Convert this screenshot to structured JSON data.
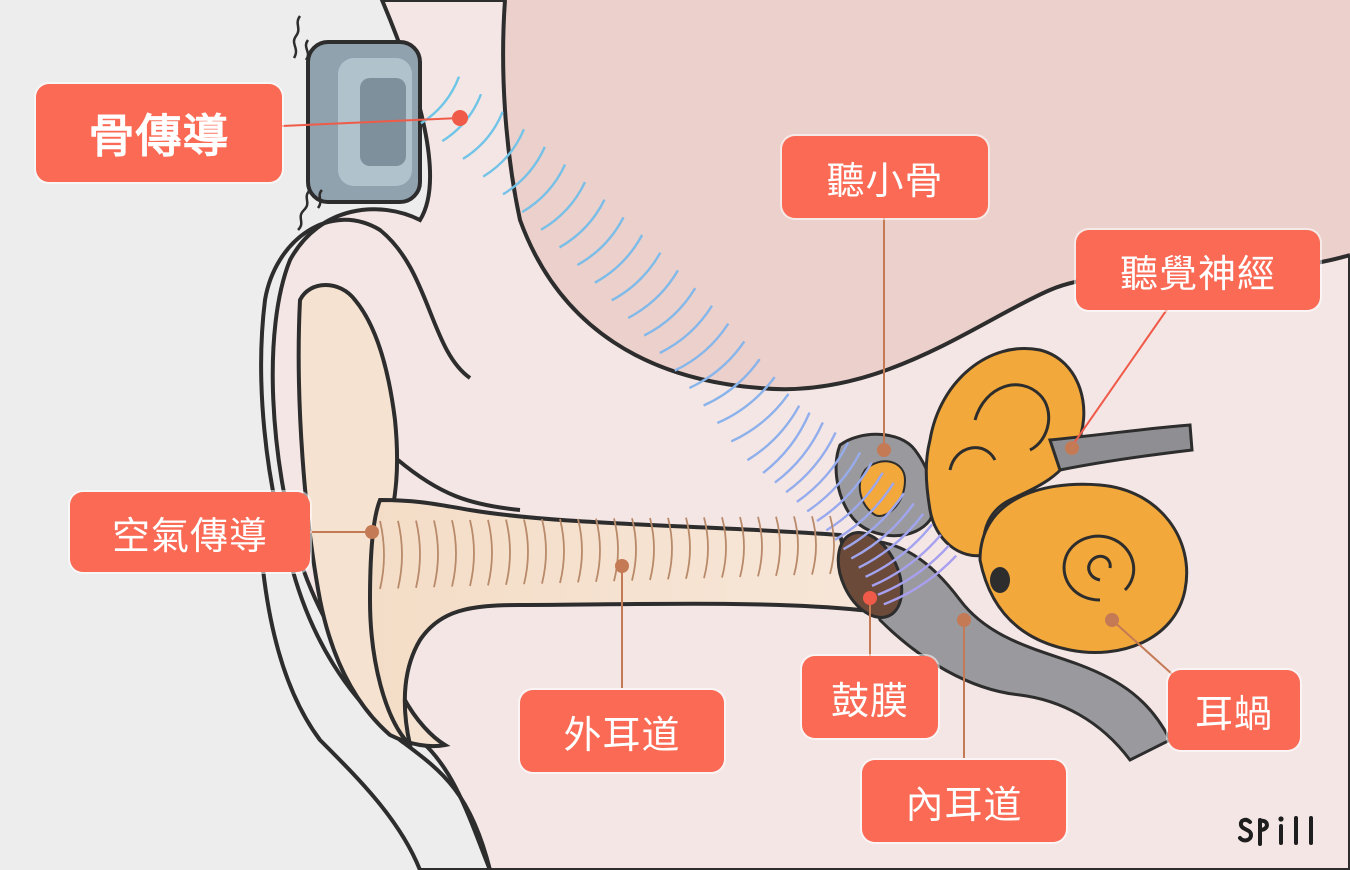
{
  "labels": {
    "bone_conduction": "骨傳導",
    "air_conduction": "空氣傳導",
    "ossicles": "聽小骨",
    "auditory_nerve": "聽覺神經",
    "ear_canal": "外耳道",
    "eardrum": "鼓膜",
    "cochlea": "耳蝸",
    "inner_canal": "內耳道"
  },
  "brand": {
    "logo_text": "SPILL"
  },
  "colors": {
    "label_bg": "#fa6a55",
    "label_text": "#ffffff",
    "bone_wave": "#6ec6e6",
    "air_wave": "#b88a6a",
    "skin": "#f6e2d0",
    "skull": "#ecd0cc",
    "head": "#f5e6e6",
    "inner_ear": "#f2a83a",
    "device": "#8fa2ae",
    "canal_gray": "#9a9a9e",
    "pointer_red": "#ef5b48",
    "pointer_brown": "#c47a55"
  },
  "icons": [
    "bone-conduction-headphone-icon",
    "vibration-marks-icon",
    "spill-logo"
  ]
}
